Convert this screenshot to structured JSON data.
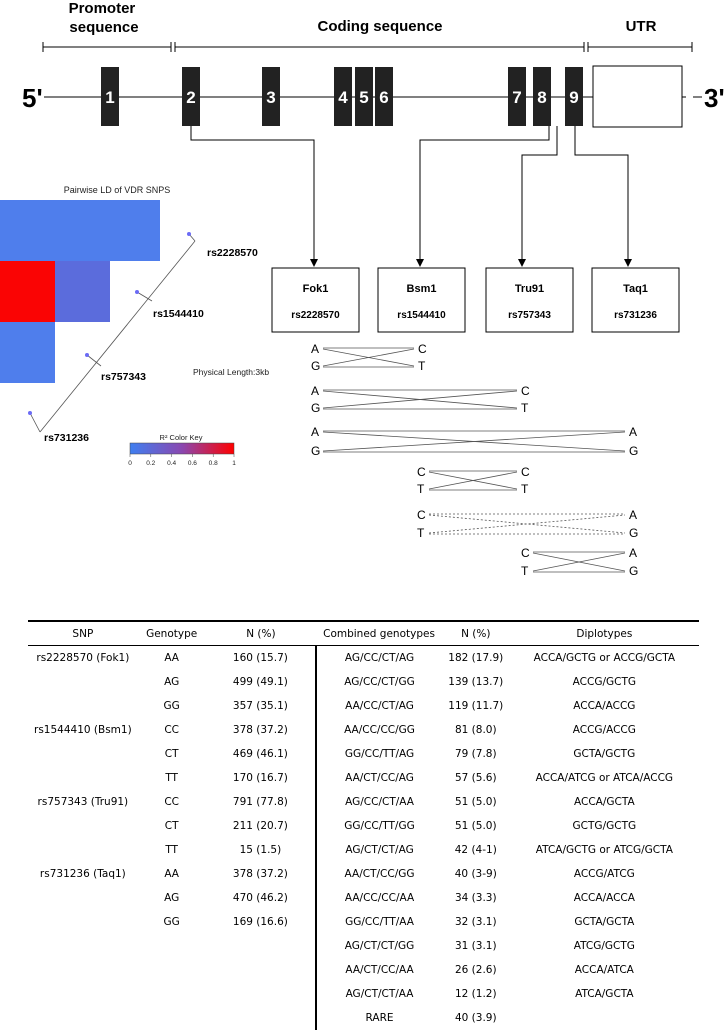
{
  "gene": {
    "five_prime": "5'",
    "three_prime": "3'",
    "regions": [
      {
        "label_lines": [
          "Promoter",
          "sequence"
        ]
      },
      {
        "label_lines": [
          "Coding sequence"
        ]
      },
      {
        "label_lines": [
          "UTR"
        ]
      }
    ],
    "exons": [
      "1",
      "2",
      "3",
      "4",
      "5",
      "6",
      "7",
      "8",
      "9"
    ]
  },
  "snp_boxes": [
    {
      "name": "Fok1",
      "rs": "rs2228570"
    },
    {
      "name": "Bsm1",
      "rs": "rs1544410"
    },
    {
      "name": "Tru91",
      "rs": "rs757343"
    },
    {
      "name": "Taq1",
      "rs": "rs731236"
    }
  ],
  "ld_plot": {
    "title": "Pairwise LD of VDR SNPS",
    "snps": [
      "rs2228570",
      "rs1544410",
      "rs757343",
      "rs731236"
    ],
    "physical_length": "Physical Length:3kb",
    "color_key_title": "R² Color Key",
    "color_key_ticks": [
      "0",
      "0.2",
      "0.4",
      "0.6",
      "0.8",
      "1"
    ],
    "cells": [
      {
        "row": 1,
        "col": 1,
        "r2": 0.05,
        "color": "#4f7eec"
      },
      {
        "row": 2,
        "col": 1,
        "r2": 1.0,
        "color": "#fa0404"
      },
      {
        "row": 2,
        "col": 2,
        "r2": 0.2,
        "color": "#5b6cdc"
      },
      {
        "row": 3,
        "col": 1,
        "r2": 0.05,
        "color": "#4f7eec"
      }
    ]
  },
  "haplotype_links": [
    {
      "left": [
        "A",
        "G"
      ],
      "right": [
        "C",
        "T"
      ],
      "dashed": false
    },
    {
      "left": [
        "A",
        "G"
      ],
      "right": [
        "C",
        "T"
      ],
      "dashed": false
    },
    {
      "left": [
        "A",
        "G"
      ],
      "right": [
        "A",
        "G"
      ],
      "dashed": false
    },
    {
      "left": [
        "C",
        "T"
      ],
      "right": [
        "C",
        "T"
      ],
      "dashed": false
    },
    {
      "left": [
        "C",
        "T"
      ],
      "right": [
        "A",
        "G"
      ],
      "dashed": true
    },
    {
      "left": [
        "C",
        "T"
      ],
      "right": [
        "A",
        "G"
      ],
      "dashed": false
    }
  ],
  "table": {
    "headers": [
      "SNP",
      "Genotype",
      "N (%)",
      "Combined genotypes",
      "N (%)",
      "Diplotypes"
    ],
    "rows": [
      [
        "rs2228570 (Fok1)",
        "AA",
        "160 (15.7)",
        "AG/CC/CT/AG",
        "182 (17.9)",
        "ACCA/GCTG or ACCG/GCTA"
      ],
      [
        "",
        "AG",
        "499 (49.1)",
        "AG/CC/CT/GG",
        "139 (13.7)",
        "ACCG/GCTG"
      ],
      [
        "",
        "GG",
        "357 (35.1)",
        "AA/CC/CT/AG",
        "119 (11.7)",
        "ACCA/ACCG"
      ],
      [
        "rs1544410 (Bsm1)",
        "CC",
        "378 (37.2)",
        "AA/CC/CC/GG",
        "81 (8.0)",
        "ACCG/ACCG"
      ],
      [
        "",
        "CT",
        "469 (46.1)",
        "GG/CC/TT/AG",
        "79 (7.8)",
        "GCTA/GCTG"
      ],
      [
        "",
        "TT",
        "170 (16.7)",
        "AA/CT/CC/AG",
        "57 (5.6)",
        "ACCA/ATCG or ATCA/ACCG"
      ],
      [
        "rs757343 (Tru91)",
        "CC",
        "791 (77.8)",
        "AG/CC/CT/AA",
        "51 (5.0)",
        "ACCA/GCTA"
      ],
      [
        "",
        "CT",
        "211 (20.7)",
        "GG/CC/TT/GG",
        "51 (5.0)",
        "GCTG/GCTG"
      ],
      [
        "",
        "TT",
        "15 (1.5)",
        "AG/CT/CT/AG",
        "42 (4-1)",
        "ATCA/GCTG or ATCG/GCTA"
      ],
      [
        "rs731236 (Taq1)",
        "AA",
        "378 (37.2)",
        "AA/CT/CC/GG",
        "40 (3-9)",
        "ACCG/ATCG"
      ],
      [
        "",
        "AG",
        "470 (46.2)",
        "AA/CC/CC/AA",
        "34 (3.3)",
        "ACCA/ACCA"
      ],
      [
        "",
        "GG",
        "169 (16.6)",
        "GG/CC/TT/AA",
        "32 (3.1)",
        "GCTA/GCTA"
      ],
      [
        "",
        "",
        "",
        "AG/CT/CT/GG",
        "31 (3.1)",
        "ATCG/GCTG"
      ],
      [
        "",
        "",
        "",
        "AA/CT/CC/AA",
        "26 (2.6)",
        "ACCA/ATCA"
      ],
      [
        "",
        "",
        "",
        "AG/CT/CT/AA",
        "12 (1.2)",
        "ATCA/GCTA"
      ],
      [
        "",
        "",
        "",
        "RARE",
        "40 (3.9)",
        ""
      ]
    ]
  }
}
